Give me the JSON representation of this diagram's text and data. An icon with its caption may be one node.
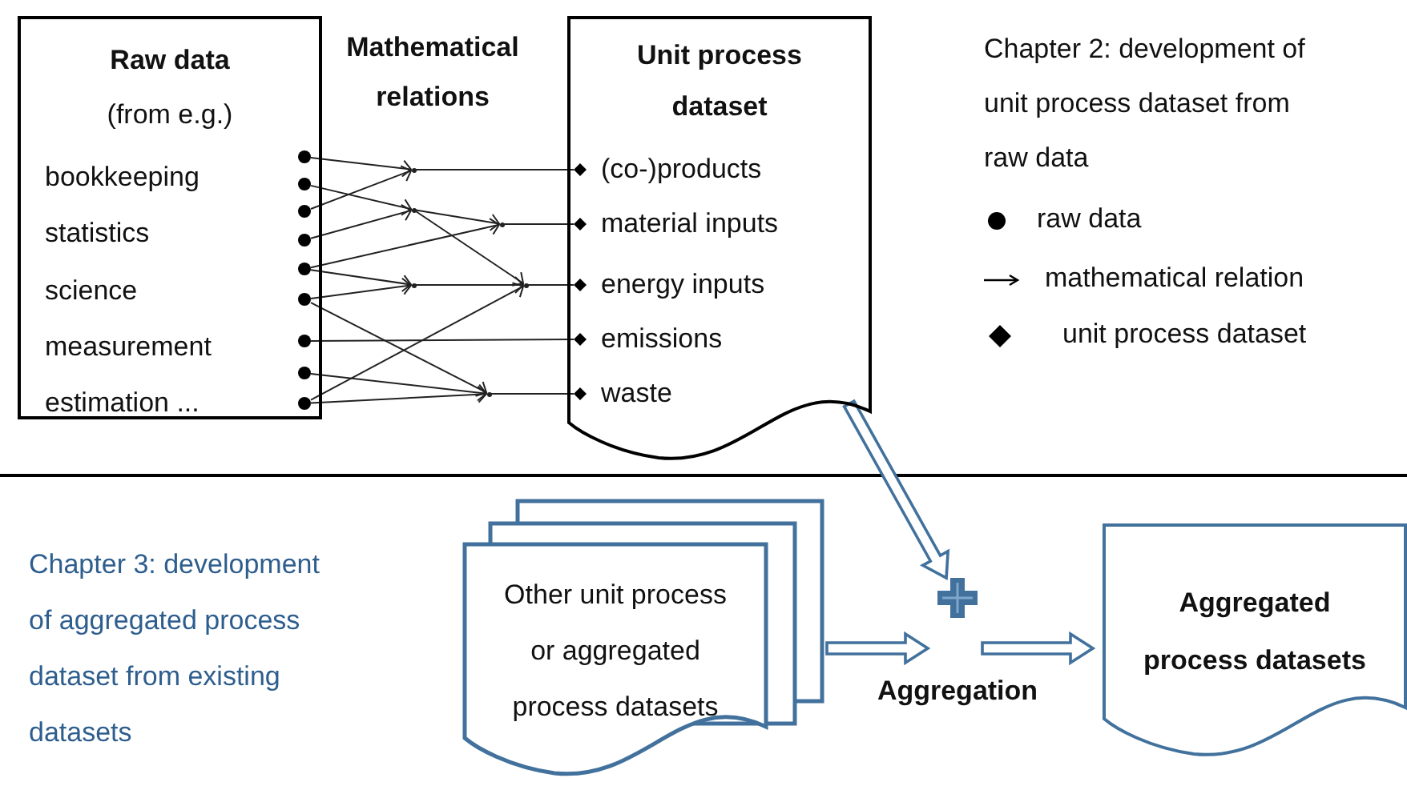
{
  "diagram": {
    "nodes": [
      {
        "text": [
          "Raw data",
          "(from e.g.)",
          "bookkeeping",
          "statistics",
          "science",
          "measurement",
          "estimation ..."
        ]
      },
      {
        "text": [],
        "shape": "circle",
        "in": 0
      },
      {
        "text": [],
        "shape": "circle",
        "in": 0
      },
      {
        "text": [],
        "shape": "circle",
        "in": 0
      },
      {
        "text": [],
        "shape": "circle",
        "in": 0
      },
      {
        "text": [],
        "shape": "circle",
        "in": 0
      },
      {
        "text": [],
        "shape": "circle",
        "in": 0
      },
      {
        "text": [],
        "shape": "circle",
        "in": 0
      },
      {
        "text": [],
        "shape": "circle",
        "in": 0
      },
      {
        "text": [],
        "shape": "circle",
        "in": 0
      },
      {
        "text": [],
        "shape": "point"
      },
      {
        "text": [],
        "shape": "point"
      },
      {
        "text": [],
        "shape": "point"
      },
      {
        "text": [],
        "shape": "point"
      },
      {
        "text": [],
        "shape": "point"
      },
      {
        "text": [],
        "shape": "point"
      },
      {
        "text": [
          "Unit process dataset",
          "(co-)products",
          "material inputs",
          "energy inputs",
          "emissions",
          "waste"
        ]
      },
      {
        "text": [],
        "shape": "diamond",
        "in": 16
      },
      {
        "text": [],
        "shape": "diamond",
        "in": 16
      },
      {
        "text": [],
        "shape": "diamond",
        "in": 16
      },
      {
        "text": [],
        "shape": "diamond",
        "in": 16
      },
      {
        "text": [],
        "shape": "diamond",
        "in": 16
      },
      {
        "text": [
          "Other unit process or aggregated process datasets"
        ]
      },
      {
        "text": [],
        "shape": "cross",
        "beside": [
          "Aggregation"
        ]
      },
      {
        "text": [
          "Aggregated process datasets"
        ]
      }
    ],
    "edges": [
      {
        "from": 1,
        "to": 10,
        "arrow": "to"
      },
      {
        "from": 3,
        "to": 10,
        "arrow": "to"
      },
      {
        "from": 10,
        "to": 17,
        "arrow": "none"
      },
      {
        "from": 2,
        "to": 11,
        "arrow": "to"
      },
      {
        "from": 4,
        "to": 11,
        "arrow": "to"
      },
      {
        "from": 11,
        "to": 12,
        "arrow": "to"
      },
      {
        "from": 11,
        "to": 13,
        "arrow": "to"
      },
      {
        "from": 5,
        "to": 12,
        "arrow": "to"
      },
      {
        "from": 12,
        "to": 18,
        "arrow": "none"
      },
      {
        "from": 5,
        "to": 14,
        "arrow": "to"
      },
      {
        "from": 6,
        "to": 14,
        "arrow": "to"
      },
      {
        "from": 14,
        "to": 13,
        "arrow": "to"
      },
      {
        "from": 13,
        "to": 19,
        "arrow": "none"
      },
      {
        "from": 6,
        "to": 15,
        "arrow": "to"
      },
      {
        "from": 8,
        "to": 15,
        "arrow": "to"
      },
      {
        "from": 9,
        "to": 15,
        "arrow": "to"
      },
      {
        "from": 9,
        "to": 13,
        "arrow": "to"
      },
      {
        "from": 15,
        "to": 21,
        "arrow": "none"
      },
      {
        "from": 7,
        "to": 20,
        "arrow": "none"
      },
      {
        "from": 16,
        "to": 23,
        "arrow": "to"
      },
      {
        "from": 22,
        "to": 23,
        "arrow": "to"
      },
      {
        "from": 23,
        "to": 24,
        "arrow": "to"
      }
    ],
    "labels": [
      "Mathematical relations",
      "Chapter 2: development of unit process dataset from raw data",
      "Chapter 3: development of aggregated process dataset from existing datasets"
    ],
    "legend": [
      {
        "text": "raw data"
      },
      {
        "text": "mathematical relation"
      },
      {
        "text": "unit process dataset"
      }
    ]
  }
}
